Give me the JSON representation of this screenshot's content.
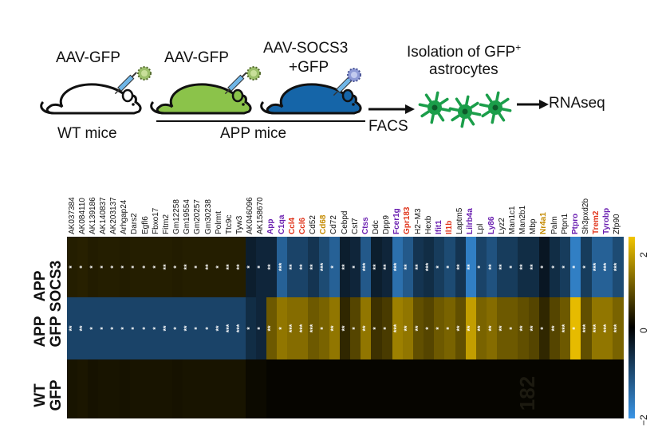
{
  "top": {
    "wt_label": "AAV-GFP",
    "app_gfp_label": "AAV-GFP",
    "socs_label_1": "AAV-SOCS3",
    "socs_label_2": "+GFP",
    "isolation_1": "Isolation of GFP",
    "isolation_sup": "+",
    "isolation_2": "astrocytes",
    "wt_mice": "WT mice",
    "app_mice": "APP mice",
    "facs": "FACS",
    "rnaseq": "RNAseq"
  },
  "colors": {
    "wt_mouse": "#ffffff",
    "app_mouse": "#8bc34a",
    "socs_mouse": "#1565a8",
    "astrocyte": "#1b9e4a",
    "bar_low": "#3a95e6",
    "bar_mid": "#000000",
    "bar_high": "#f2c500",
    "label_purple": "#6a1fb0",
    "label_red": "#e0341b",
    "label_gold": "#c48a00"
  },
  "heatmap": {
    "rows": [
      {
        "line1": "APP",
        "line2": "SOCS3"
      },
      {
        "line1": "APP",
        "line2": "GFP"
      },
      {
        "line1": "WT",
        "line2": "GFP"
      }
    ],
    "watermark": "182",
    "colorbar_ticks": [
      "2",
      "0",
      "−2"
    ],
    "genes": [
      {
        "name": "AK037384",
        "style": "plain"
      },
      {
        "name": "AK084110",
        "style": "plain"
      },
      {
        "name": "AK139186",
        "style": "plain"
      },
      {
        "name": "AK140837",
        "style": "plain"
      },
      {
        "name": "AK203137",
        "style": "plain"
      },
      {
        "name": "Arhgap24",
        "style": "plain"
      },
      {
        "name": "Dars2",
        "style": "plain"
      },
      {
        "name": "Egfl6",
        "style": "plain"
      },
      {
        "name": "Fbxo17",
        "style": "plain"
      },
      {
        "name": "Fitm2",
        "style": "plain"
      },
      {
        "name": "Gm12258",
        "style": "plain"
      },
      {
        "name": "Gm19554",
        "style": "plain"
      },
      {
        "name": "Gm20257",
        "style": "plain"
      },
      {
        "name": "Gm30238",
        "style": "plain"
      },
      {
        "name": "Polrmt",
        "style": "plain"
      },
      {
        "name": "Ttc9c",
        "style": "plain"
      },
      {
        "name": "Tyw3",
        "style": "plain"
      },
      {
        "name": "AK046096",
        "style": "plain"
      },
      {
        "name": "AK158670",
        "style": "plain"
      },
      {
        "name": "App",
        "style": "purple"
      },
      {
        "name": "C1qa",
        "style": "purple"
      },
      {
        "name": "Ccl4",
        "style": "red"
      },
      {
        "name": "Ccl6",
        "style": "red"
      },
      {
        "name": "Cd52",
        "style": "plain"
      },
      {
        "name": "Cd68",
        "style": "gold"
      },
      {
        "name": "Cd72",
        "style": "plain"
      },
      {
        "name": "Cebpd",
        "style": "plain"
      },
      {
        "name": "Cst7",
        "style": "plain"
      },
      {
        "name": "Ctss",
        "style": "purple"
      },
      {
        "name": "Ddc",
        "style": "plain"
      },
      {
        "name": "Dpp9",
        "style": "plain"
      },
      {
        "name": "Fcer1g",
        "style": "purple"
      },
      {
        "name": "Gpr183",
        "style": "red"
      },
      {
        "name": "H2−M3",
        "style": "plain"
      },
      {
        "name": "Hexb",
        "style": "plain"
      },
      {
        "name": "Ifit1",
        "style": "purple"
      },
      {
        "name": "Il1b",
        "style": "red"
      },
      {
        "name": "Laptm5",
        "style": "plain"
      },
      {
        "name": "Lilrb4a",
        "style": "purple"
      },
      {
        "name": "Lpl",
        "style": "plain"
      },
      {
        "name": "Ly86",
        "style": "purple"
      },
      {
        "name": "Lyz2",
        "style": "plain"
      },
      {
        "name": "Man1c1",
        "style": "plain"
      },
      {
        "name": "Man2b1",
        "style": "plain"
      },
      {
        "name": "Mbp",
        "style": "plain"
      },
      {
        "name": "Nr4a1",
        "style": "gold"
      },
      {
        "name": "Palm",
        "style": "plain"
      },
      {
        "name": "Ptpn1",
        "style": "plain"
      },
      {
        "name": "Ptpro",
        "style": "purple"
      },
      {
        "name": "Sh3pxd2b",
        "style": "plain"
      },
      {
        "name": "Trem2",
        "style": "red"
      },
      {
        "name": "Tyrobp",
        "style": "purple"
      },
      {
        "name": "Zfp90",
        "style": "plain"
      }
    ],
    "values": [
      [
        0.3,
        0.32,
        0.28,
        0.3,
        0.3,
        0.28,
        0.3,
        0.3,
        0.3,
        0.3,
        0.28,
        0.3,
        0.3,
        0.3,
        0.3,
        0.3,
        0.3,
        -0.4,
        -0.5,
        -0.5,
        -1.3,
        -0.9,
        -0.9,
        -0.7,
        -1.0,
        -1.3,
        -0.4,
        -0.5,
        -1.2,
        -0.4,
        -0.5,
        -1.5,
        -1.2,
        -0.7,
        -0.6,
        -0.8,
        -1.0,
        -0.7,
        -1.7,
        -0.9,
        -1.1,
        -0.8,
        -0.8,
        -0.6,
        -0.6,
        -0.3,
        -0.6,
        -0.8,
        -1.7,
        -0.8,
        -1.3,
        -1.3,
        -1.0
      ],
      [
        -0.9,
        -0.9,
        -0.9,
        -0.9,
        -0.9,
        -0.9,
        -0.9,
        -0.9,
        -0.9,
        -0.9,
        -0.9,
        -0.9,
        -0.9,
        -0.9,
        -0.9,
        -0.9,
        -0.9,
        -0.6,
        -0.5,
        0.9,
        1.2,
        1.1,
        1.1,
        0.9,
        1.0,
        1.2,
        0.4,
        0.7,
        1.2,
        0.5,
        0.6,
        1.3,
        1.2,
        0.8,
        0.7,
        0.9,
        1.0,
        0.8,
        1.6,
        1.0,
        1.1,
        0.9,
        0.9,
        0.8,
        0.7,
        0.4,
        0.7,
        0.9,
        1.9,
        0.8,
        1.2,
        1.2,
        1.0
      ],
      [
        0.2,
        0.22,
        0.18,
        0.2,
        0.2,
        0.18,
        0.2,
        0.2,
        0.2,
        0.2,
        0.18,
        0.2,
        0.2,
        0.2,
        0.2,
        0.2,
        0.2,
        0.1,
        0.1,
        0.05,
        0.05,
        0.05,
        0.05,
        0.05,
        0.05,
        0.05,
        0.05,
        0.05,
        0.05,
        0.05,
        0.05,
        0.05,
        0.05,
        0.05,
        0.05,
        0.05,
        0.05,
        0.05,
        0.05,
        0.05,
        0.05,
        0.05,
        0.05,
        0.05,
        0.05,
        0.05,
        0.05,
        0.05,
        0.05,
        0.05,
        0.05,
        0.05,
        0.05
      ]
    ],
    "significance": [
      [
        "*",
        "*",
        "*",
        "*",
        "*",
        "*",
        "*",
        "*",
        "*",
        "**",
        "*",
        "**",
        "*",
        "**",
        "*",
        "**",
        "**",
        "*",
        "*",
        "**",
        "***",
        "**",
        "**",
        "**",
        "***",
        "*",
        "**",
        "*",
        "***",
        "**",
        "**",
        "***",
        "**",
        "**",
        "***",
        "*",
        "*",
        "**",
        "**",
        "*",
        "**",
        "**",
        "*",
        "**",
        "**",
        "*",
        "*",
        "*",
        "*",
        "*",
        "***",
        "***",
        "***"
      ],
      [
        "**",
        "**",
        "*",
        "*",
        "*",
        "*",
        "*",
        "*",
        "*",
        "**",
        "*",
        "**",
        "*",
        "*",
        "**",
        "***",
        "***",
        "*",
        "*",
        "**",
        "*",
        "***",
        "***",
        "***",
        "*",
        "**",
        "**",
        "*",
        "**",
        "*",
        "*",
        "***",
        "**",
        "**",
        "*",
        "*",
        "*",
        "**",
        "**",
        "**",
        "**",
        "**",
        "*",
        "**",
        "**",
        "*",
        "**",
        "***",
        "*",
        "***",
        "***",
        "***",
        "***"
      ],
      [
        "",
        "",
        "",
        "",
        "",
        "",
        "",
        "",
        "",
        "",
        "",
        "",
        "",
        "",
        "",
        "",
        "",
        "",
        "",
        "",
        "",
        "",
        "",
        "",
        "",
        "",
        "",
        "",
        "",
        "",
        "",
        "",
        "",
        "",
        "",
        "",
        "",
        "",
        "",
        "",
        "",
        "",
        "",
        "",
        "",
        "",
        "",
        "",
        "",
        "",
        "",
        "",
        ""
      ]
    ]
  }
}
